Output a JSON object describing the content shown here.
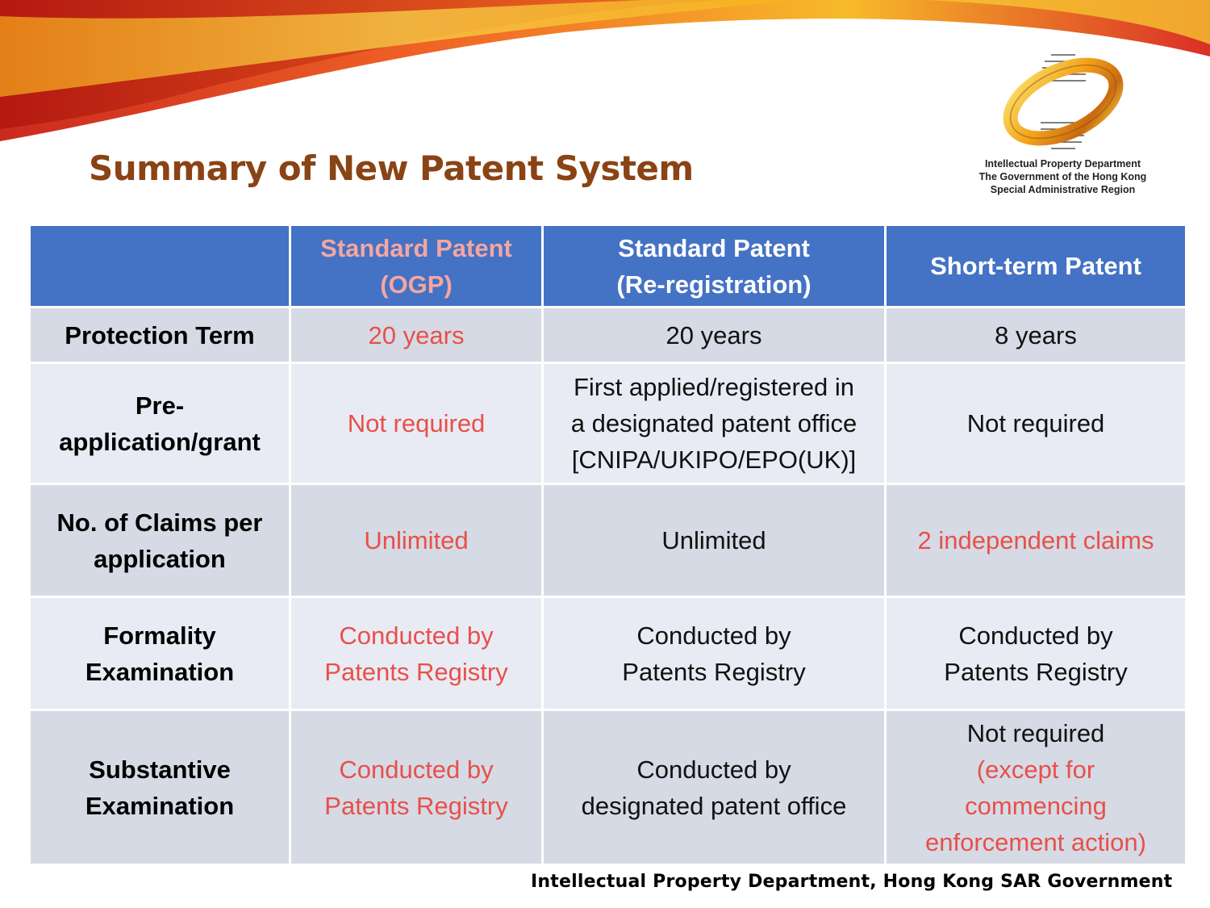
{
  "slide": {
    "title": "Summary of New Patent System",
    "logo": {
      "icon": "ipd-golden-ring-logo",
      "lines": [
        "Intellectual Property Department",
        "The Government of the Hong Kong",
        "Special Administrative Region"
      ]
    },
    "footer": "Intellectual Property Department, Hong Kong SAR Government",
    "colors": {
      "title": "#8a4314",
      "header_bg": "#4472c4",
      "highlight_red": "#e8504a",
      "highlight_header": "#f4a6a0",
      "row_dark": "#d5dae4",
      "row_light": "#e9ebf4"
    }
  },
  "table": {
    "headers": [
      "",
      "Standard Patent (OGP)",
      "Standard Patent (Re-registration)",
      "Short-term Patent"
    ],
    "header_lines": [
      [],
      [
        "Standard Patent",
        "(OGP)"
      ],
      [
        "Standard Patent",
        "(Re-registration)"
      ],
      [
        "Short-term Patent"
      ]
    ],
    "rows": [
      {
        "label": [
          "Protection Term"
        ],
        "cells": [
          {
            "lines": [
              "20 years"
            ],
            "red": [
              true
            ]
          },
          {
            "lines": [
              "20 years"
            ],
            "red": [
              false
            ]
          },
          {
            "lines": [
              "8 years"
            ],
            "red": [
              false
            ]
          }
        ]
      },
      {
        "label": [
          "Pre-",
          "application/grant"
        ],
        "cells": [
          {
            "lines": [
              "Not required"
            ],
            "red": [
              true
            ]
          },
          {
            "lines": [
              "First applied/registered in",
              "a designated patent office",
              "[CNIPA/UKIPO/EPO(UK)]"
            ],
            "red": [
              false,
              false,
              false
            ]
          },
          {
            "lines": [
              "Not required"
            ],
            "red": [
              false
            ]
          }
        ]
      },
      {
        "label": [
          "No. of Claims per",
          "application"
        ],
        "cells": [
          {
            "lines": [
              "Unlimited"
            ],
            "red": [
              true
            ]
          },
          {
            "lines": [
              "Unlimited"
            ],
            "red": [
              false
            ]
          },
          {
            "lines": [
              "2 independent claims"
            ],
            "red": [
              true
            ]
          }
        ]
      },
      {
        "label": [
          "Formality",
          "Examination"
        ],
        "cells": [
          {
            "lines": [
              "Conducted by",
              "Patents Registry"
            ],
            "red": [
              true,
              true
            ]
          },
          {
            "lines": [
              "Conducted by",
              "Patents Registry"
            ],
            "red": [
              false,
              false
            ]
          },
          {
            "lines": [
              "Conducted by",
              "Patents Registry"
            ],
            "red": [
              false,
              false
            ]
          }
        ]
      },
      {
        "label": [
          "Substantive",
          "Examination"
        ],
        "cells": [
          {
            "lines": [
              "Conducted by",
              "Patents Registry"
            ],
            "red": [
              true,
              true
            ]
          },
          {
            "lines": [
              "Conducted by",
              "designated patent office"
            ],
            "red": [
              false,
              false
            ]
          },
          {
            "lines": [
              "Not required",
              "(except for",
              "commencing",
              "enforcement action)"
            ],
            "red": [
              false,
              true,
              true,
              true
            ]
          }
        ]
      }
    ]
  }
}
